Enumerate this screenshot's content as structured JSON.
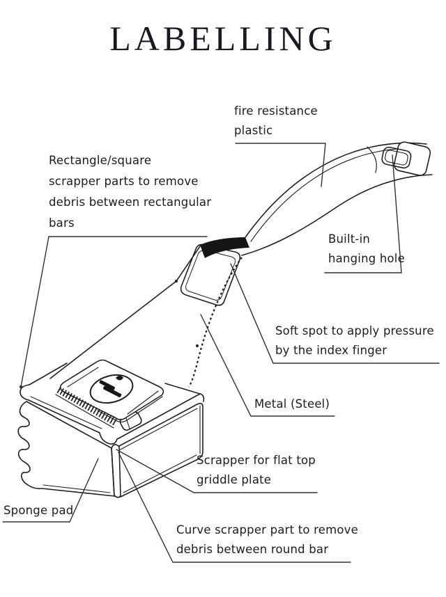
{
  "title": "LABELLING",
  "labels": {
    "fire_resistance": "fire resistance\nplastic",
    "rectangle_square": "Rectangle/square\nscrapper parts to remove\ndebris between rectangular\nbars",
    "built_in": "Built-in\nhanging hole",
    "soft_spot": "Soft spot to apply pressure\nby the index finger",
    "metal": "Metal (Steel)",
    "flat_scraper": "Scrapper for flat top\ngriddle plate",
    "sponge": "Sponge pad",
    "curve_scraper": "Curve scrapper part to remove\ndebris between round bar"
  },
  "colors": {
    "ink": "#1f1f1f",
    "leader": "#303030",
    "background": "#ffffff",
    "title_color": "#191925"
  }
}
